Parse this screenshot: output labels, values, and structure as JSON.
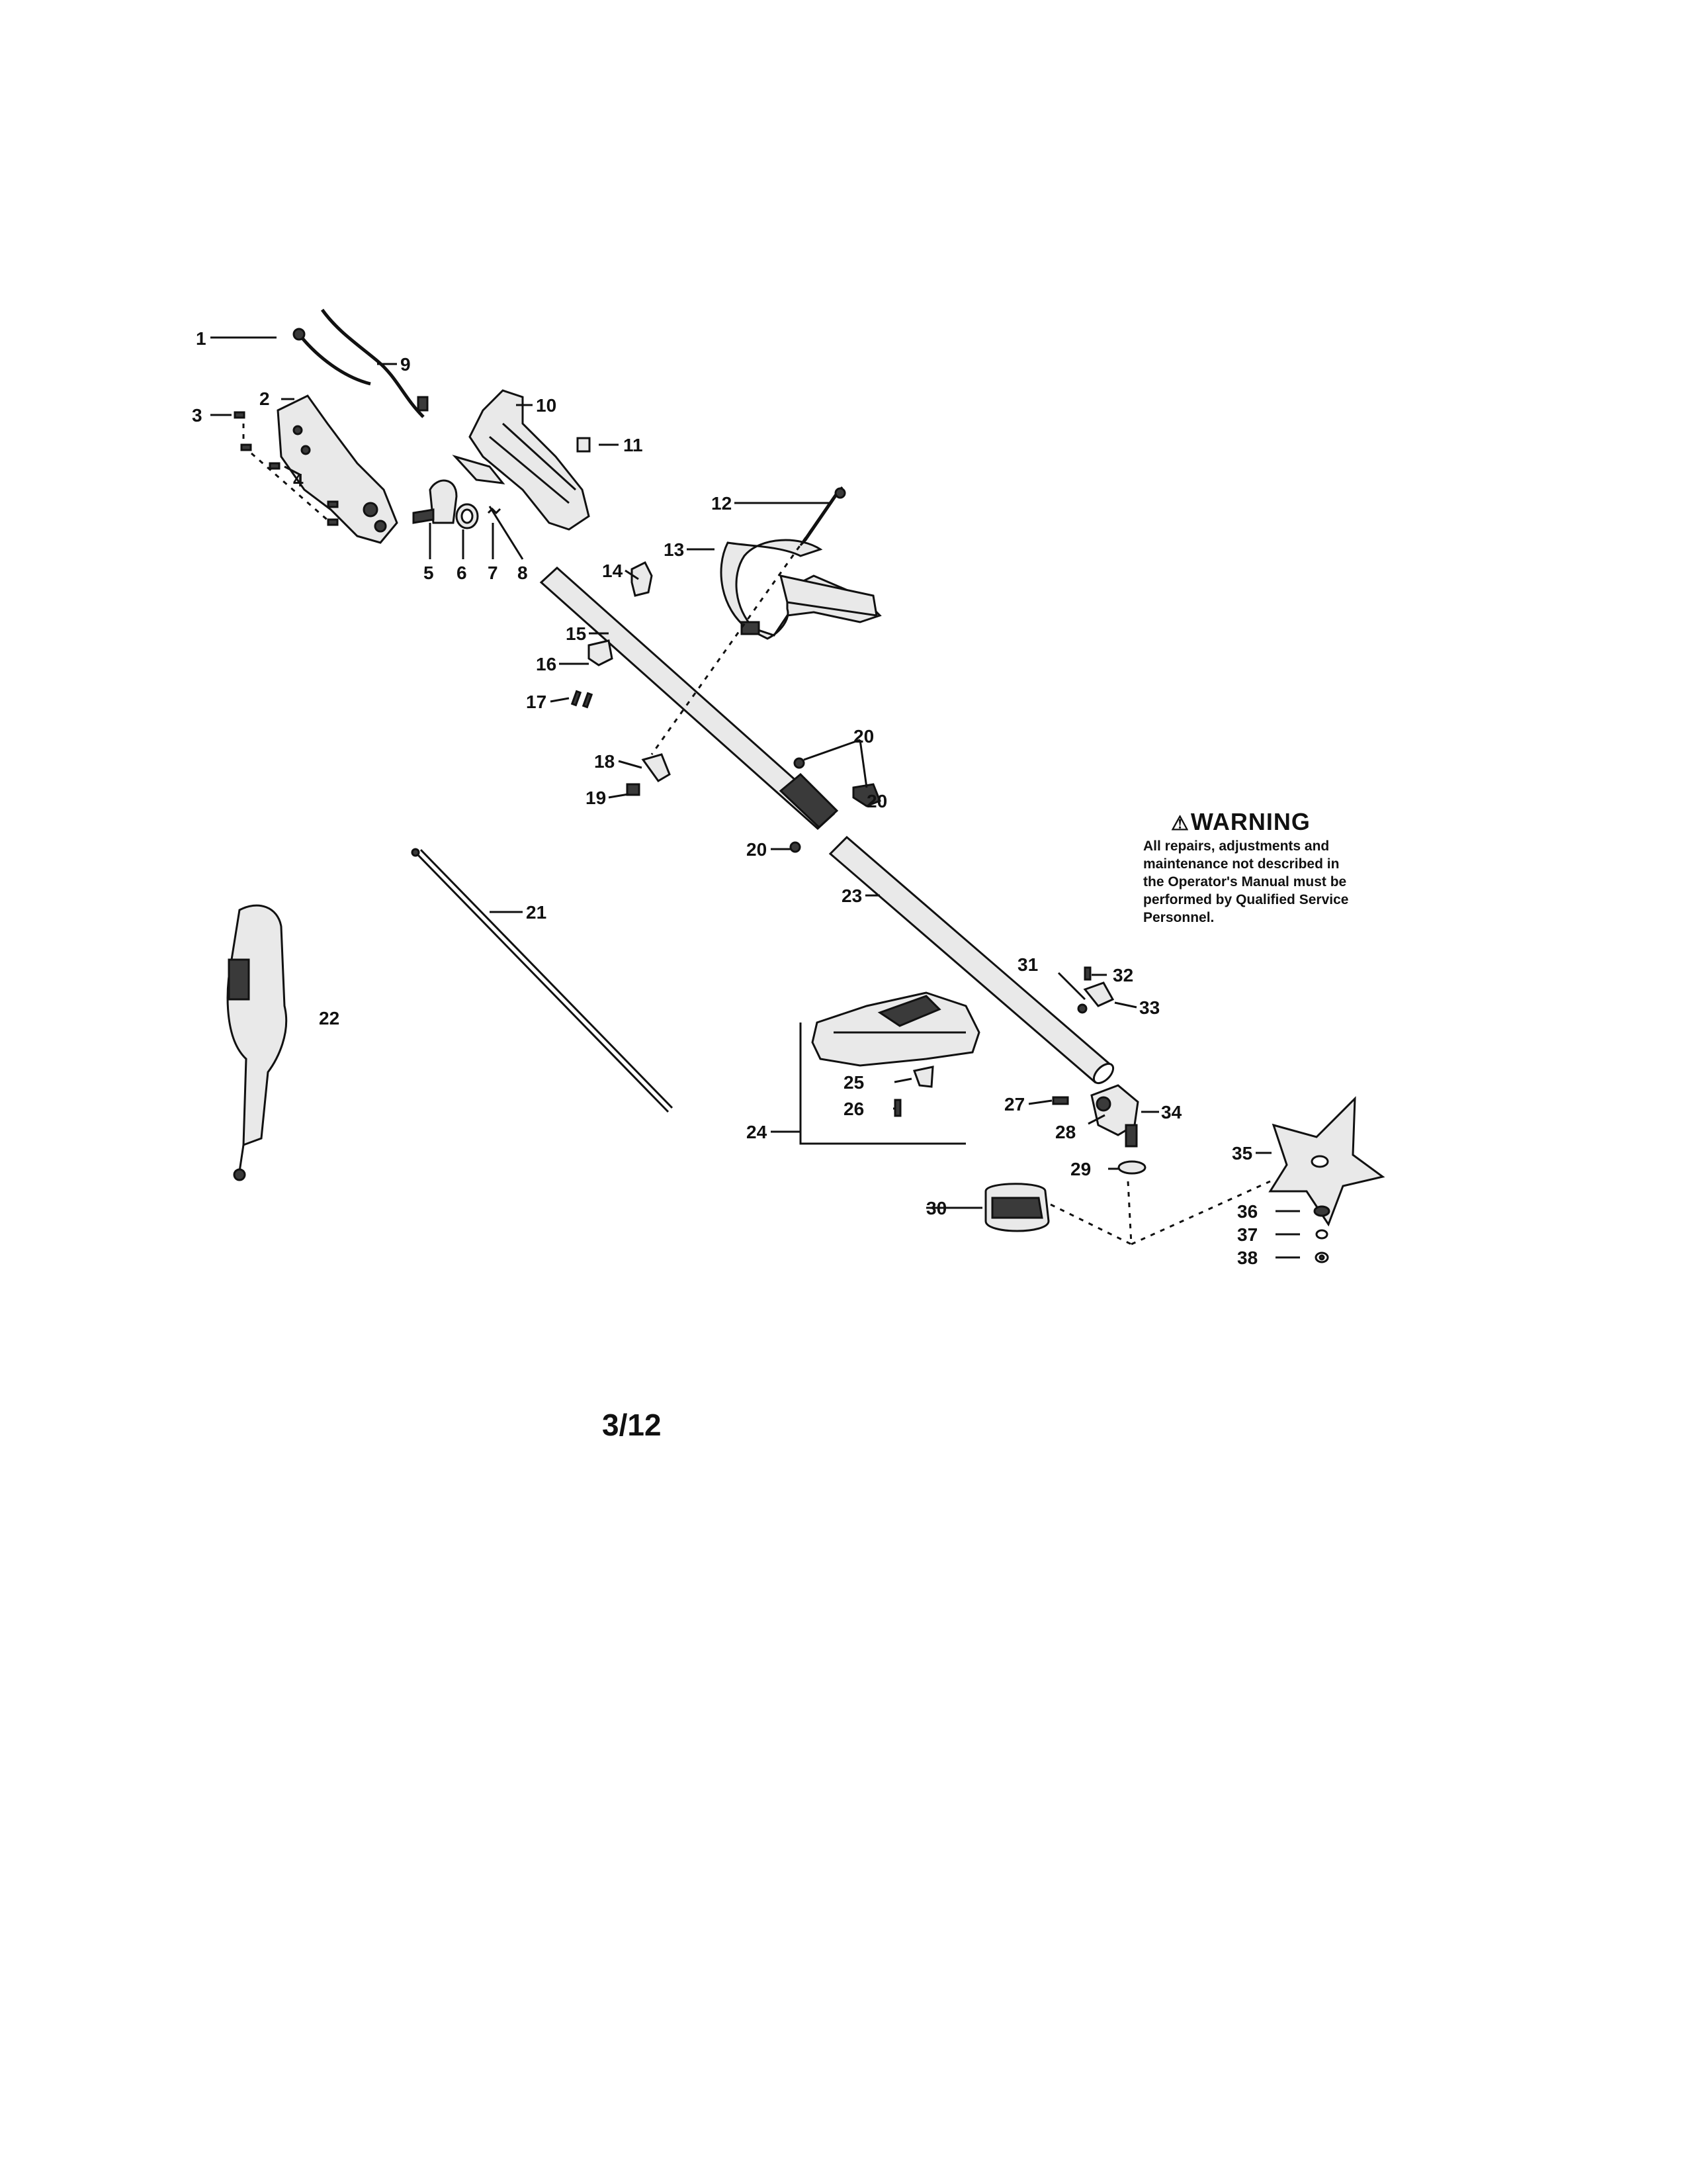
{
  "warning": {
    "symbol": "⚠",
    "title": "WARNING",
    "text": "All repairs, adjustments and\nmaintenance not described in\nthe Operator's Manual must be\nperformed by Qualified Service\nPersonnel."
  },
  "page_number": "3/12",
  "callouts": [
    "1",
    "2",
    "3",
    "4",
    "5",
    "6",
    "7",
    "8",
    "9",
    "10",
    "11",
    "12",
    "13",
    "14",
    "15",
    "16",
    "17",
    "18",
    "19",
    "20",
    "20",
    "20",
    "21",
    "22",
    "23",
    "24",
    "25",
    "26",
    "27",
    "28",
    "29",
    "30",
    "31",
    "32",
    "33",
    "34",
    "35",
    "36",
    "37",
    "38"
  ]
}
